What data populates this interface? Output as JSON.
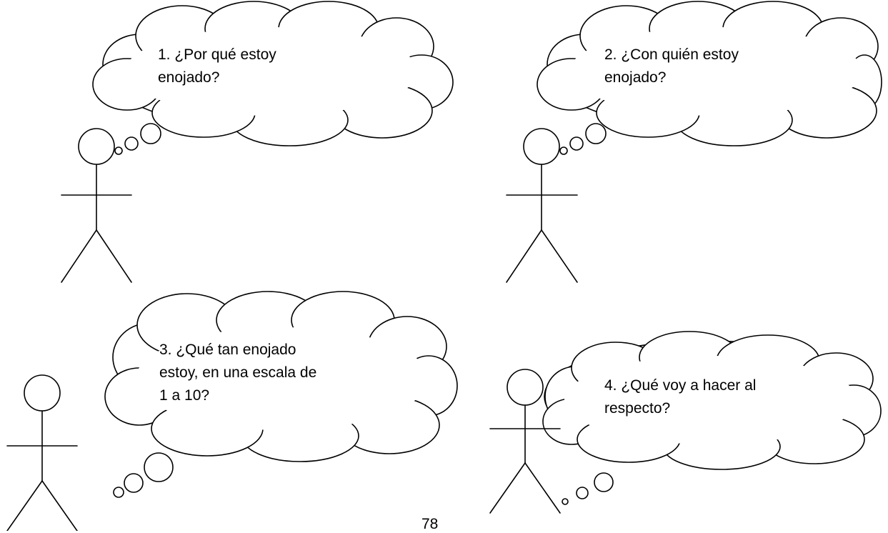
{
  "panels": [
    {
      "lines": [
        "1. ¿Por qué estoy",
        "enojado?"
      ]
    },
    {
      "lines": [
        "2. ¿Con quién estoy",
        "enojado?"
      ]
    },
    {
      "lines": [
        "3. ¿Qué tan enojado",
        "estoy, en una escala de",
        "1 a 10?"
      ]
    },
    {
      "lines": [
        "4. ¿Qué voy a hacer al",
        "respecto?"
      ]
    }
  ],
  "page_number": "78",
  "colors": {
    "ink": "#000000",
    "paper": "#ffffff"
  }
}
